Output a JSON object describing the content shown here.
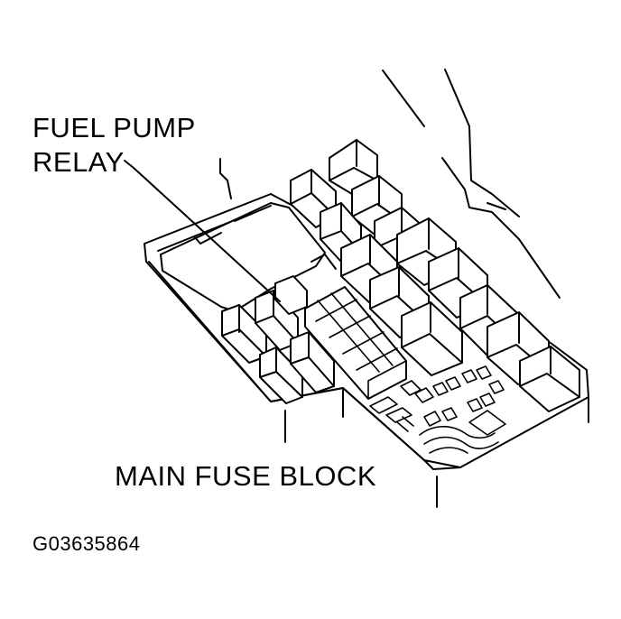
{
  "labels": {
    "fuel_pump_relay_line1": "FUEL PUMP",
    "fuel_pump_relay_line2": "RELAY",
    "main_fuse_block": "MAIN FUSE BLOCK",
    "figure_id": "G03635864"
  },
  "colors": {
    "ink": "#000000",
    "paper": "#ffffff"
  }
}
